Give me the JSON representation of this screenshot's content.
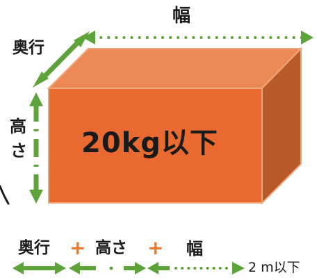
{
  "dimensions": {
    "width_label": "幅",
    "depth_label": "奥行",
    "height_label_top": "高",
    "height_label_bottom": "さ"
  },
  "box": {
    "weight_label": "20kg以下",
    "front_color": "#e86a30",
    "top_color": "#eb8a55",
    "side_color": "#b85a2a",
    "edge_color": "#f3a57a"
  },
  "formula": {
    "depth_label": "奥行",
    "plus_1": "+",
    "height_label": "高さ",
    "plus_2": "+",
    "width_label": "幅",
    "limit_label": "2 m以下"
  },
  "colors": {
    "arrow": "#5ea33a",
    "plus": "#ec7a2c",
    "text": "#1a1a1a"
  },
  "icons": [
    "curve-pointer-line"
  ]
}
